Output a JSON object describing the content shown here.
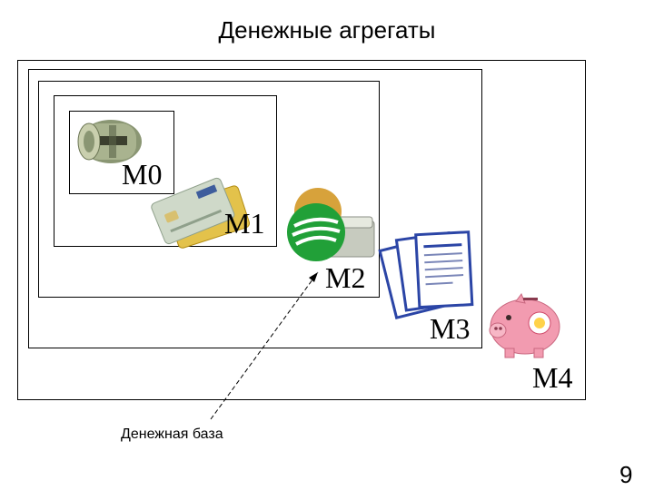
{
  "title": "Денежные агрегаты",
  "aggregates": [
    {
      "label": "M0",
      "icon": "cash-roll-icon"
    },
    {
      "label": "M1",
      "icon": "credit-cards-icon"
    },
    {
      "label": "M2",
      "icon": "bank-logo-icon"
    },
    {
      "label": "M3",
      "icon": "certificates-icon"
    },
    {
      "label": "M4",
      "icon": "piggy-bank-icon"
    }
  ],
  "annotation": {
    "label": "Денежная база"
  },
  "page_number": "9",
  "colors": {
    "bank_green": "#21a038",
    "piggy_pink": "#f29bb0",
    "certificate_blue": "#2b45a6"
  }
}
